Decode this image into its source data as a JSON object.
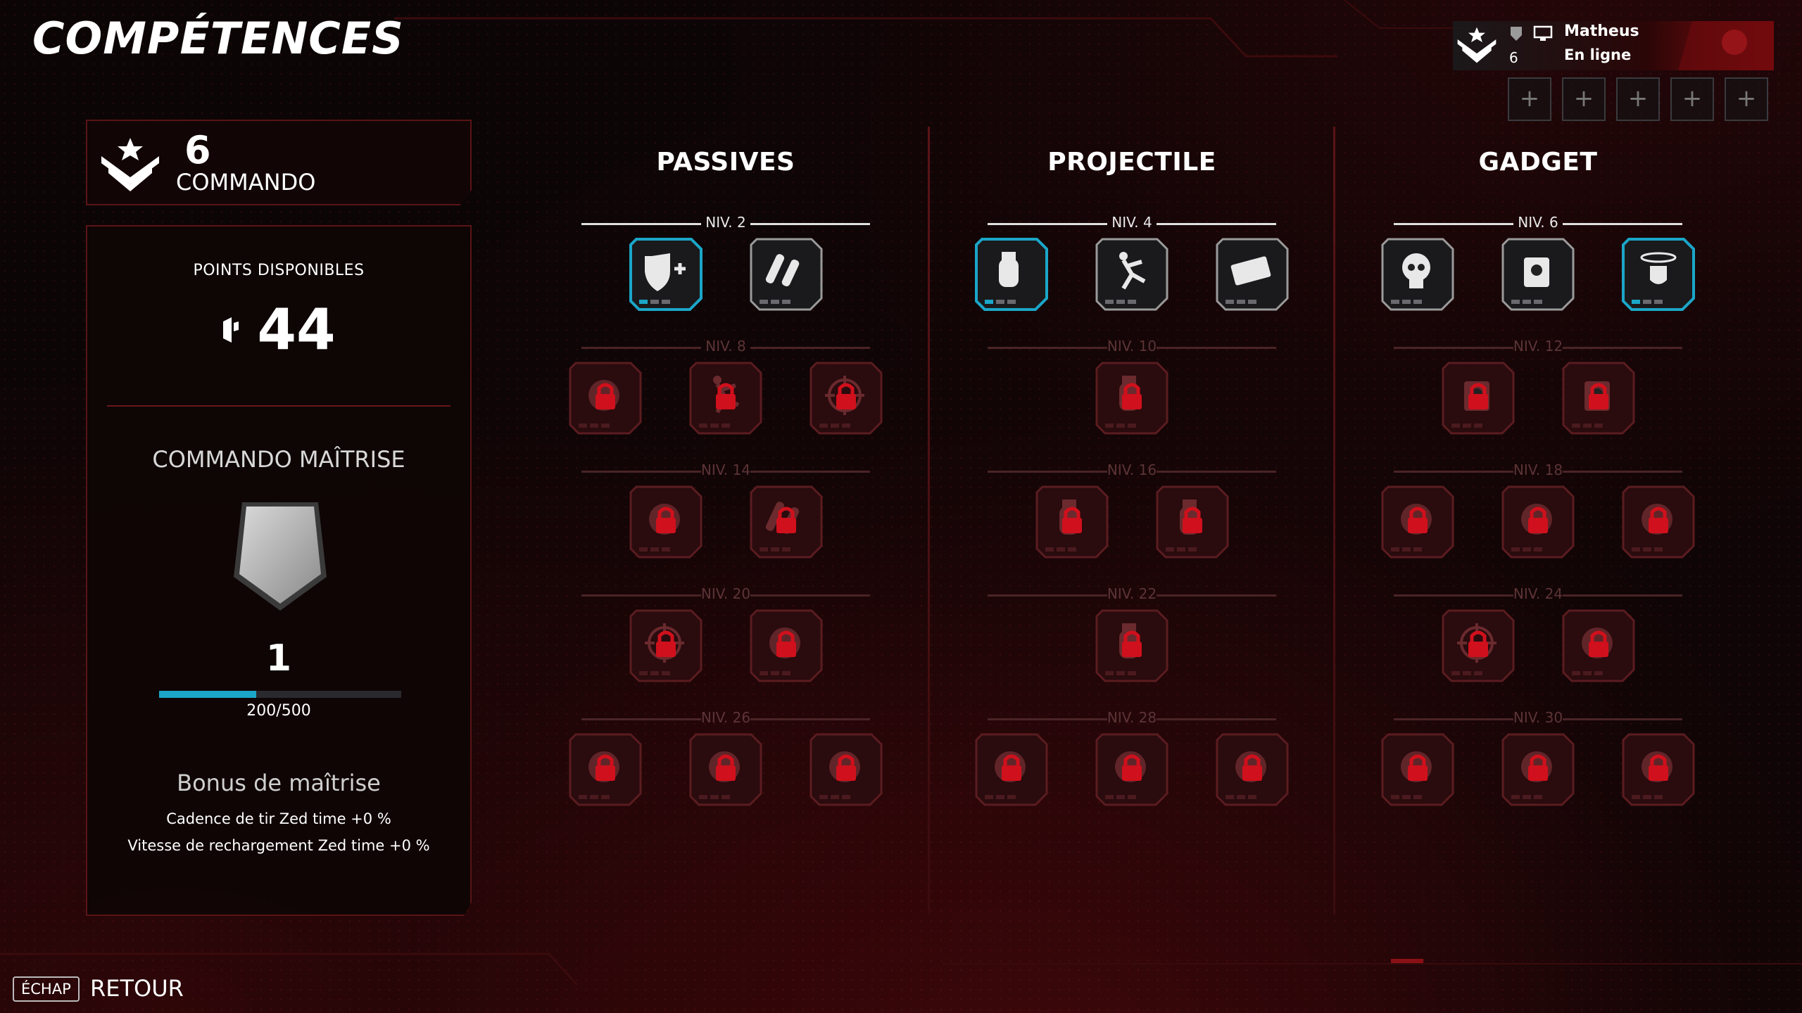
{
  "page_title": "COMPÉTENCES",
  "class_card": {
    "level": "6",
    "name": "COMMANDO"
  },
  "points": {
    "label": "POINTS DISPONIBLES",
    "value": "44"
  },
  "mastery": {
    "title": "COMMANDO MAÎTRISE",
    "level": "1",
    "progress": 0.4,
    "xp_text": "200/500",
    "bonus_title": "Bonus de maîtrise",
    "bonus_lines": [
      "Cadence de tir Zed time +0 %",
      "Vitesse de rechargement Zed time +0 %"
    ]
  },
  "player": {
    "name": "Matheus",
    "status": "En ligne",
    "level": "6"
  },
  "party_slots": [
    "+",
    "+",
    "+",
    "+",
    "+"
  ],
  "footer": {
    "key": "ÉCHAP",
    "action": "RETOUR"
  },
  "colors": {
    "accent_cyan": "#1ba6c8",
    "locked_red": "#d0101c",
    "panel_border": "#5a1416"
  },
  "columns": [
    {
      "title": "PASSIVES",
      "tiers": [
        {
          "label": "NIV. 2",
          "unlocked": true,
          "skills": [
            {
              "icon": "shield-plus-icon",
              "state": "selected"
            },
            {
              "icon": "ammo-bullets-icon",
              "state": "unlocked"
            }
          ]
        },
        {
          "label": "NIV. 8",
          "unlocked": false,
          "skills": [
            {
              "icon": "explosion-icon",
              "state": "locked"
            },
            {
              "icon": "soldier-run-icon",
              "state": "locked"
            },
            {
              "icon": "target-circle-icon",
              "state": "locked"
            }
          ]
        },
        {
          "label": "NIV. 14",
          "unlocked": false,
          "skills": [
            {
              "icon": "winged-helmet-icon",
              "state": "locked"
            },
            {
              "icon": "ammo-plus-icon",
              "state": "locked"
            }
          ]
        },
        {
          "label": "NIV. 20",
          "unlocked": false,
          "skills": [
            {
              "icon": "crosshair-icon",
              "state": "locked"
            },
            {
              "icon": "reload-cycle-icon",
              "state": "locked"
            }
          ]
        },
        {
          "label": "NIV. 26",
          "unlocked": false,
          "skills": [
            {
              "icon": "thumbs-up-icon",
              "state": "locked"
            },
            {
              "icon": "fist-burst-icon",
              "state": "locked"
            },
            {
              "icon": "rank-chevrons-icon",
              "state": "locked"
            }
          ]
        }
      ]
    },
    {
      "title": "PROJECTILE",
      "tiers": [
        {
          "label": "NIV. 4",
          "unlocked": true,
          "skills": [
            {
              "icon": "grenade-icon",
              "state": "selected"
            },
            {
              "icon": "ragdoll-explosion-icon",
              "state": "unlocked"
            },
            {
              "icon": "c4-charge-icon",
              "state": "unlocked"
            }
          ]
        },
        {
          "label": "NIV. 10",
          "unlocked": false,
          "skills": [
            {
              "icon": "grenade-plus-icon",
              "state": "locked"
            }
          ]
        },
        {
          "label": "NIV. 16",
          "unlocked": false,
          "skills": [
            {
              "icon": "grenade-lock-icon",
              "state": "locked"
            },
            {
              "icon": "grenade-fire-icon",
              "state": "locked"
            }
          ]
        },
        {
          "label": "NIV. 22",
          "unlocked": false,
          "skills": [
            {
              "icon": "grenade-pack-icon",
              "state": "locked"
            }
          ]
        },
        {
          "label": "NIV. 28",
          "unlocked": false,
          "skills": [
            {
              "icon": "fire-swirl-icon",
              "state": "locked"
            },
            {
              "icon": "halo-plus-icon",
              "state": "locked"
            },
            {
              "icon": "barrel-icon",
              "state": "locked"
            }
          ]
        }
      ]
    },
    {
      "title": "GADGET",
      "tiers": [
        {
          "label": "NIV. 6",
          "unlocked": true,
          "skills": [
            {
              "icon": "skull-icon",
              "state": "unlocked"
            },
            {
              "icon": "mine-icon",
              "state": "unlocked"
            },
            {
              "icon": "drone-icon",
              "state": "selected"
            }
          ]
        },
        {
          "label": "NIV. 12",
          "unlocked": false,
          "skills": [
            {
              "icon": "timer-device-icon",
              "state": "locked"
            },
            {
              "icon": "beacon-icon",
              "state": "locked"
            }
          ]
        },
        {
          "label": "NIV. 18",
          "unlocked": false,
          "skills": [
            {
              "icon": "spark-burst-icon",
              "state": "locked"
            },
            {
              "icon": "claw-icon",
              "state": "locked"
            },
            {
              "icon": "heart-chevron-icon",
              "state": "locked"
            }
          ]
        },
        {
          "label": "NIV. 24",
          "unlocked": false,
          "skills": [
            {
              "icon": "crosshair-lock-icon",
              "state": "locked"
            },
            {
              "icon": "dash-orb-icon",
              "state": "locked"
            }
          ]
        },
        {
          "label": "NIV. 30",
          "unlocked": false,
          "skills": [
            {
              "icon": "splash-icon",
              "state": "locked"
            },
            {
              "icon": "gear-plus-icon",
              "state": "locked"
            },
            {
              "icon": "book-icon",
              "state": "locked"
            }
          ]
        }
      ]
    }
  ]
}
